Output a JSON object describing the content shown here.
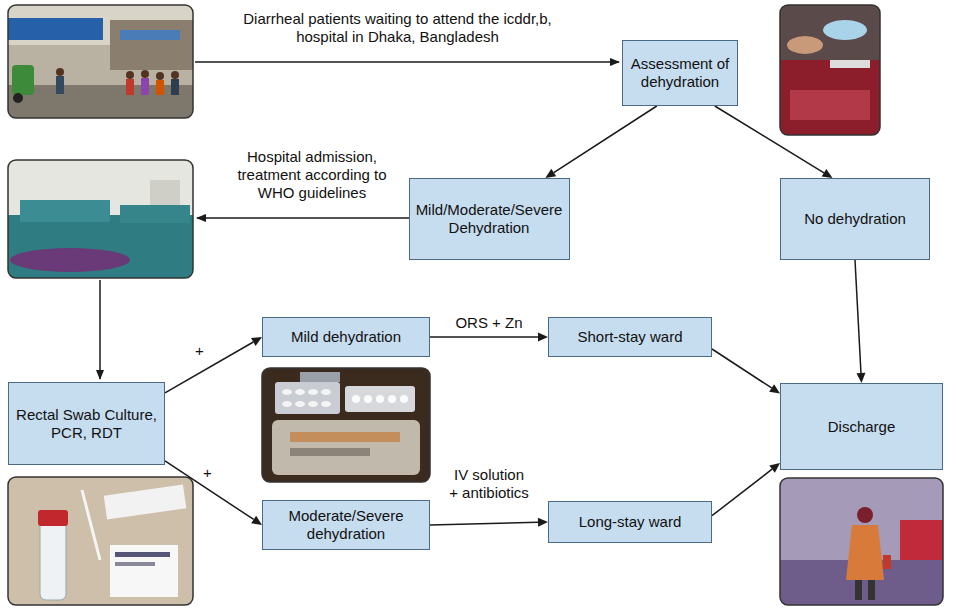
{
  "diagram": {
    "nodes": [
      {
        "text": [
          "Assessment of dehydration"
        ]
      },
      {
        "text": [
          "Mild/Moderate/Severe Dehydration"
        ]
      },
      {
        "text": [
          "No dehydration"
        ]
      },
      {
        "text": [
          "Rectal Swab Culture, PCR, RDT"
        ]
      },
      {
        "text": [
          "Mild dehydration"
        ]
      },
      {
        "text": [
          "Moderate/Severe dehydration"
        ]
      },
      {
        "text": [
          "Short-stay ward"
        ]
      },
      {
        "text": [
          "Long-stay ward"
        ]
      },
      {
        "text": [
          "Discharge"
        ]
      }
    ],
    "edges": [
      {
        "from": 0,
        "to": 1,
        "arrow": "to"
      },
      {
        "from": 0,
        "to": 2,
        "arrow": "to"
      },
      {
        "from": 3,
        "to": 4,
        "label": "+",
        "arrow": "to"
      },
      {
        "from": 3,
        "to": 5,
        "label": "+",
        "arrow": "to"
      },
      {
        "from": 4,
        "to": 6,
        "label": "ORS + Zn",
        "arrow": "to"
      },
      {
        "from": 5,
        "to": 7,
        "label": "IV solution + antibiotics",
        "arrow": "to"
      },
      {
        "from": 6,
        "to": 8,
        "arrow": "to"
      },
      {
        "from": 7,
        "to": 8,
        "arrow": "to"
      },
      {
        "from": 2,
        "to": 8,
        "arrow": "to"
      }
    ],
    "labels": [
      "Diarrheal patients waiting to attend the icddr,b, hospital in Dhaka, Bangladesh",
      "Hospital admission, treatment according to WHO guidelines"
    ]
  }
}
